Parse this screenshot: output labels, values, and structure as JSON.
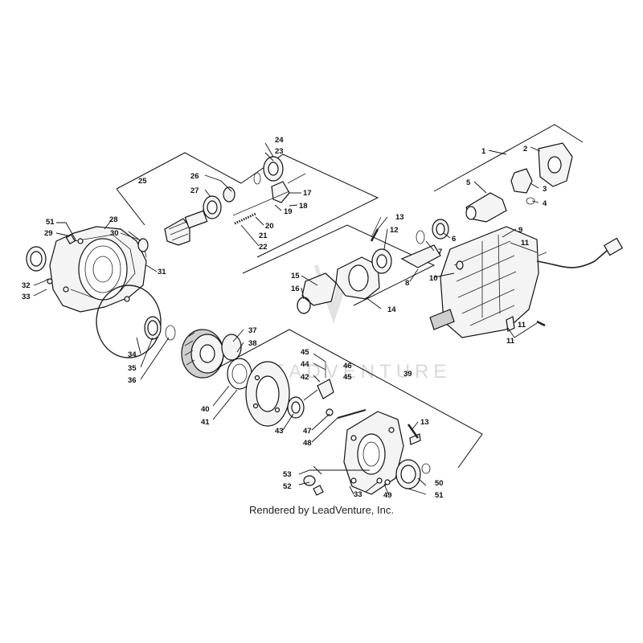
{
  "watermark": {
    "text": "LEADVENTURE"
  },
  "credit": "Rendered by LeadVenture, Inc.",
  "callouts": [
    "1",
    "2",
    "3",
    "4",
    "5",
    "6",
    "7",
    "8",
    "9",
    "10",
    "11",
    "11",
    "11",
    "12",
    "13",
    "13",
    "14",
    "15",
    "16",
    "17",
    "18",
    "19",
    "20",
    "21",
    "22",
    "23",
    "24",
    "25",
    "26",
    "27",
    "28",
    "29",
    "30",
    "31",
    "32",
    "33",
    "33",
    "34",
    "35",
    "36",
    "37",
    "38",
    "39",
    "40",
    "41",
    "42",
    "43",
    "44",
    "45",
    "45",
    "46",
    "47",
    "48",
    "49",
    "50",
    "51",
    "51",
    "52",
    "53"
  ]
}
